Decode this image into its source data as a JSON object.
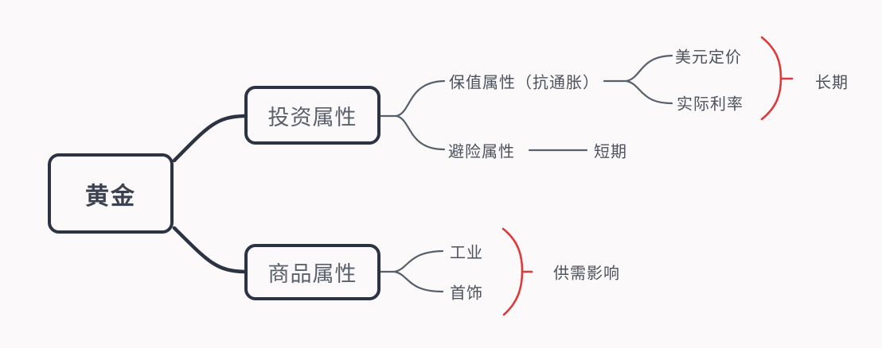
{
  "colors": {
    "bg": "#fbf9fa",
    "node_border": "#2c3342",
    "connector": "#57606d",
    "accent_red": "#dd3b3b",
    "text_dark": "#4c525d",
    "root_text": "#3a4150",
    "branch_text": "#5a606c"
  },
  "mindmap": {
    "root": {
      "label": "黄金"
    },
    "branches": [
      {
        "label": "投资属性",
        "children": [
          {
            "label": "保值属性（抗通胀）",
            "children": [
              {
                "label": "美元定价"
              },
              {
                "label": "实际利率"
              }
            ],
            "group_label": "长期"
          },
          {
            "label": "避险属性",
            "children": [
              {
                "label": "短期"
              }
            ]
          }
        ]
      },
      {
        "label": "商品属性",
        "children": [
          {
            "label": "工业"
          },
          {
            "label": "首饰"
          }
        ],
        "group_label": "供需影响"
      }
    ]
  }
}
